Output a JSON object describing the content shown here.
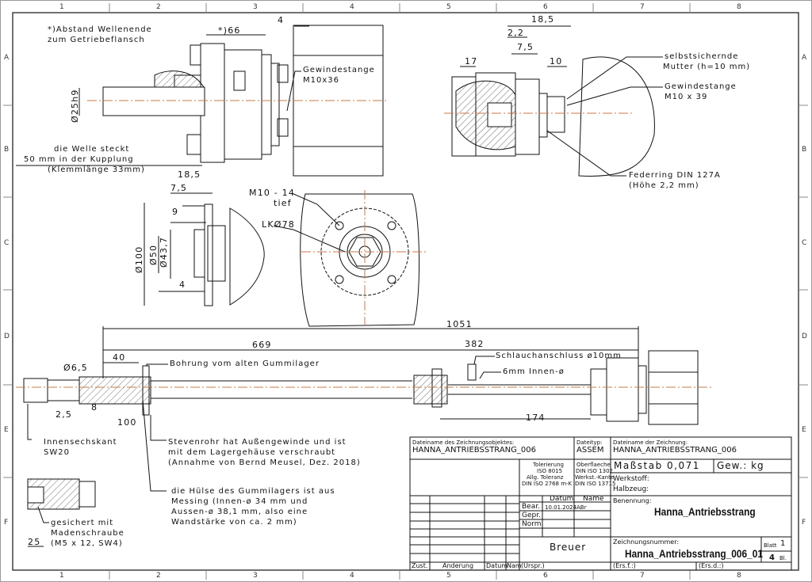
{
  "border": {
    "columns": [
      "1",
      "2",
      "3",
      "4",
      "5",
      "6",
      "7",
      "8"
    ],
    "rows": [
      "A",
      "B",
      "C",
      "D",
      "E",
      "F"
    ]
  },
  "view_left": {
    "note_line1": "*)Abstand Wellenende",
    "note_line2": "zum Getriebeflansch",
    "dim_66": "*)66",
    "dim_4": "4",
    "dim_shaft": "Ø25h9",
    "rod_label1": "Gewindestange",
    "rod_label2": "M10x36",
    "shaft_note1": "die Welle steckt",
    "shaft_note2": "50 mm in der Kupplung",
    "shaft_note3": "(Klemmlänge 33mm)"
  },
  "view_right": {
    "dim_18_5": "18,5",
    "dim_2_2": "2,2",
    "dim_7_5": "7,5",
    "dim_17": "17",
    "dim_10": "10",
    "nut_label1": "selbstsichernde",
    "nut_label2": "Mutter (h=10 mm)",
    "rod_label1": "Gewindestange",
    "rod_label2": "M10 x 39",
    "washer_label1": "Federring DIN 127A",
    "washer_label2": "(Höhe 2,2 mm)"
  },
  "view_flange": {
    "dim_18_5": "18,5",
    "dim_7_5": "7,5",
    "dim_9": "9",
    "dim_100": "Ø100",
    "dim_43_7": "Ø43,7",
    "dim_50": "Ø50",
    "dim_4": "4",
    "hole_label1": "M10 - 14",
    "hole_label2": "tief",
    "bolt_circle": "LKØ78"
  },
  "view_shaft": {
    "dim_1051": "1051",
    "dim_669": "669",
    "dim_382": "382",
    "dim_40": "40",
    "dim_6_5": "Ø6,5",
    "dim_2_5": "2,5",
    "dim_8": "8",
    "dim_100": "100",
    "dim_174": "174",
    "dim_25": "25",
    "bore_note": "Bohrung vom alten Gummilager",
    "hose_note": "Schlauchanschluss ø10mm",
    "inner_note": "6mm Innen-ø",
    "hex_note1": "Innensechskant",
    "hex_note2": "SW20",
    "tube_note1": "Stevenrohr hat Außengewinde und ist",
    "tube_note2": "mit dem Lagergehäuse verschraubt",
    "tube_note3": "(Annahme von Bernd Meusel, Dez. 2018)",
    "sleeve_note1": "die Hülse des Gummilagers ist aus",
    "sleeve_note2": "Messing (Innen-ø 34 mm und",
    "sleeve_note3": "Aussen-ø 38,1 mm, also eine",
    "sleeve_note4": "Wandstärke von ca. 2 mm)",
    "screw_note1": "gesichert mit",
    "screw_note2": "Madenschraube",
    "screw_note3": "(M5 x 12, SW4)"
  },
  "title_block": {
    "object_file_label": "Dateiname des Zeichnungsobjektes:",
    "object_file": "HANNA_ANTRIEBSSTRANG_006",
    "file_type_label": "Dateityp:",
    "file_type": "ASSEM",
    "drawing_file_label": "Dateiname der Zeichnung:",
    "drawing_file": "HANNA_ANTRIEBSSTRANG_006",
    "tol1": "Tolerierung",
    "tol2": "ISO 8015",
    "tol3": "Allg. Toleranz",
    "tol4": "DIN ISO 2768 m-K",
    "surf1": "Oberflaeche",
    "surf2": "DIN ISO 1302",
    "surf3": "Werkst.-Kante",
    "surf4": "DIN ISO 13715",
    "scale": "Maßstab 0,071",
    "weight": "Gew.: kg",
    "material": "Werkstoff:",
    "semi": "Halbzeug:",
    "date_header": "Datum",
    "name_header": "Name",
    "bear": "Bear.",
    "gepr": "Gepr.",
    "norm": "Norm",
    "bear_date": "10.01.2024",
    "bear_name": "ABr",
    "designation_label": "Benennung:",
    "designation": "Hanna_Antriebsstrang",
    "company": "Breuer",
    "number_label": "Zeichnungsnummer:",
    "number": "Hanna_Antriebsstrang_006_01",
    "sheet_label": "Blatt",
    "sheet": "1",
    "sheets": "4",
    "sheets_suffix": "Bl.",
    "zust": "Zust.",
    "aenderung": "Änderung",
    "datum": "Datum",
    "nam": "Nam",
    "urspr": "(Urspr.)",
    "ers_f": "(Ers.f.:)",
    "ers_d": "(Ers.d.:)"
  },
  "colors": {
    "line": "#111111",
    "centerline": "#c8784a",
    "hatch": "#333333"
  }
}
